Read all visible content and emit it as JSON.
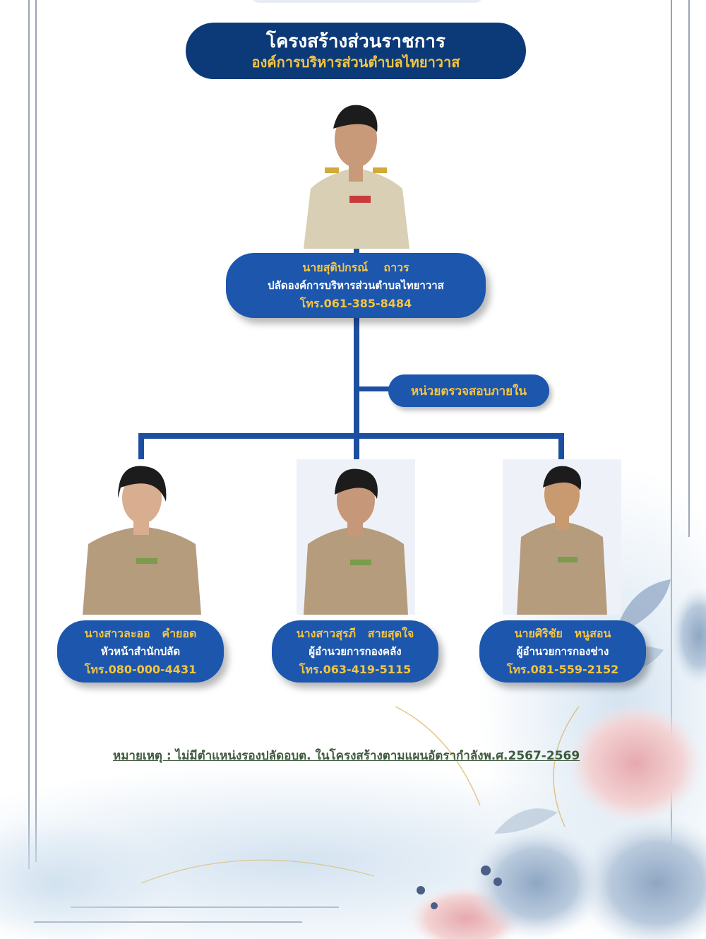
{
  "header": {
    "title": "โครงสร้างส่วนราชการ",
    "subtitle": "องค์การบริหารส่วนตำบลไทยาวาส"
  },
  "chief": {
    "name": "นายสุติปกรณ์    ถาวร",
    "position": "ปลัดองค์การบริหารส่วนตำบลไทยาวาส",
    "phone": "โทร.061-385-8484"
  },
  "audit_unit": {
    "label": "หน่วยตรวจสอบภายใน"
  },
  "divisions": [
    {
      "name": "นางสาวละออ   คำยอด",
      "position": "หัวหน้าสำนักปลัด",
      "phone": "โทร.080-000-4431"
    },
    {
      "name": "นางสาวสุรภี   สายสุดใจ",
      "position": "ผู้อำนวยการกองคลัง",
      "phone": "โทร.063-419-5115"
    },
    {
      "name": "นายศิริชัย   หนูสอน",
      "position": "ผู้อำนวยการกองช่าง",
      "phone": "โทร.081-559-2152"
    }
  ],
  "note": "หมายเหตุ : ไม่มีตำแหน่งรองปลัดอบต. ในโครงสร้างตามแผนอัตรากำลังพ.ศ.2567-2569",
  "colors": {
    "navy": "#0c3a78",
    "card_blue": "#1d56ad",
    "gold": "#f4c542",
    "connector": "#1d4fa0"
  }
}
